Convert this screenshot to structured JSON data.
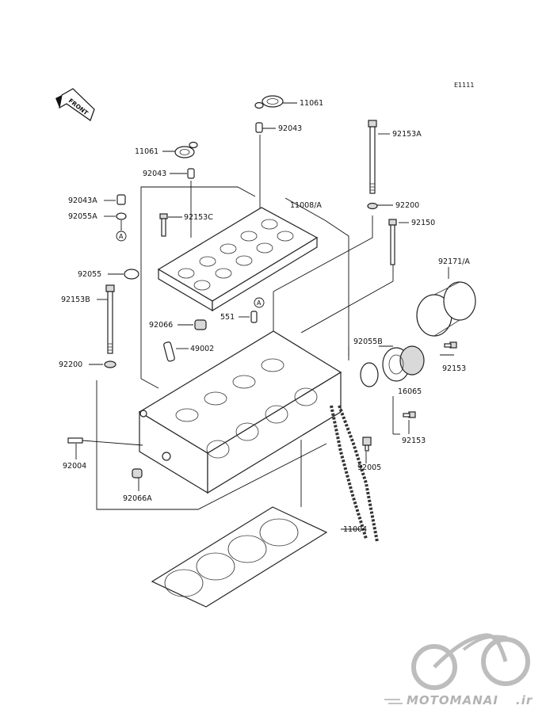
{
  "diagram": {
    "code": "E1111",
    "front_label": "FRONT",
    "callout_marker": "A",
    "watermark": "MOTOMANAI",
    "watermark_suffix": ".ir",
    "labels": {
      "p11061_top": "11061",
      "p92043_top": "92043",
      "p11061_left": "11061",
      "p92043_left": "92043",
      "p92153A": "92153A",
      "p92043A": "92043A",
      "p11008A": "11008/A",
      "p92055A": "92055A",
      "p92153C": "92153C",
      "p92200_right": "92200",
      "p92150": "92150",
      "p92171A": "92171/A",
      "p92055": "92055",
      "p92153B": "92153B",
      "p551": "551",
      "p92066": "92066",
      "p49002": "49002",
      "p92055B": "92055B",
      "p92200_left": "92200",
      "p92153_upper": "92153",
      "p16065": "16065",
      "p92153_lower": "92153",
      "p92004": "92004",
      "p92005": "92005",
      "p92066A": "92066A",
      "p11004": "11004"
    }
  }
}
